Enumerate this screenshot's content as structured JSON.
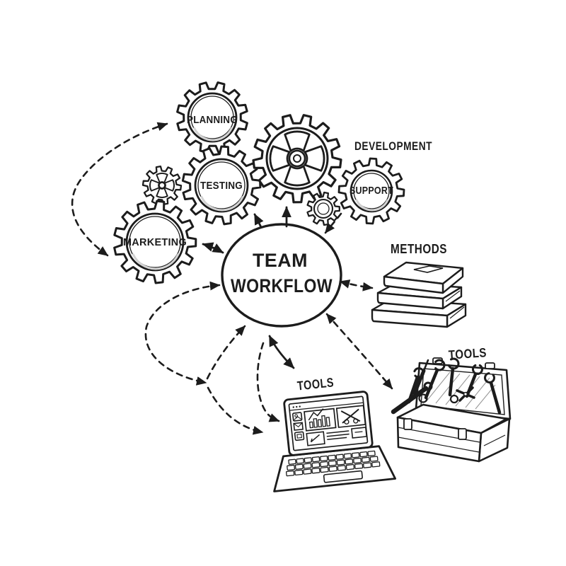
{
  "diagram": {
    "center": {
      "line1": "TEAM",
      "line2": "WORKFLOW"
    },
    "gears": {
      "planning": "PLANNING",
      "testing": "TESTING",
      "marketing": "MARKETING",
      "support": "SUPPORT"
    },
    "labels": {
      "development": "DEVELOPMENT",
      "methods": "METHODS",
      "tools_laptop": "TOOLS",
      "tools_toolbox": "TOOLS"
    },
    "icons": [
      {
        "name": "gear-icon",
        "depicts": "interlocking gears"
      },
      {
        "name": "books-icon",
        "depicts": "stack of three books"
      },
      {
        "name": "toolbox-icon",
        "depicts": "open toolbox full of wrenches"
      },
      {
        "name": "laptop-icon",
        "depicts": "laptop showing dashboard with charts"
      }
    ],
    "colors": {
      "ink": "#1c1c1c",
      "paper": "#ffffff",
      "shade": "#d2d2d2"
    }
  }
}
